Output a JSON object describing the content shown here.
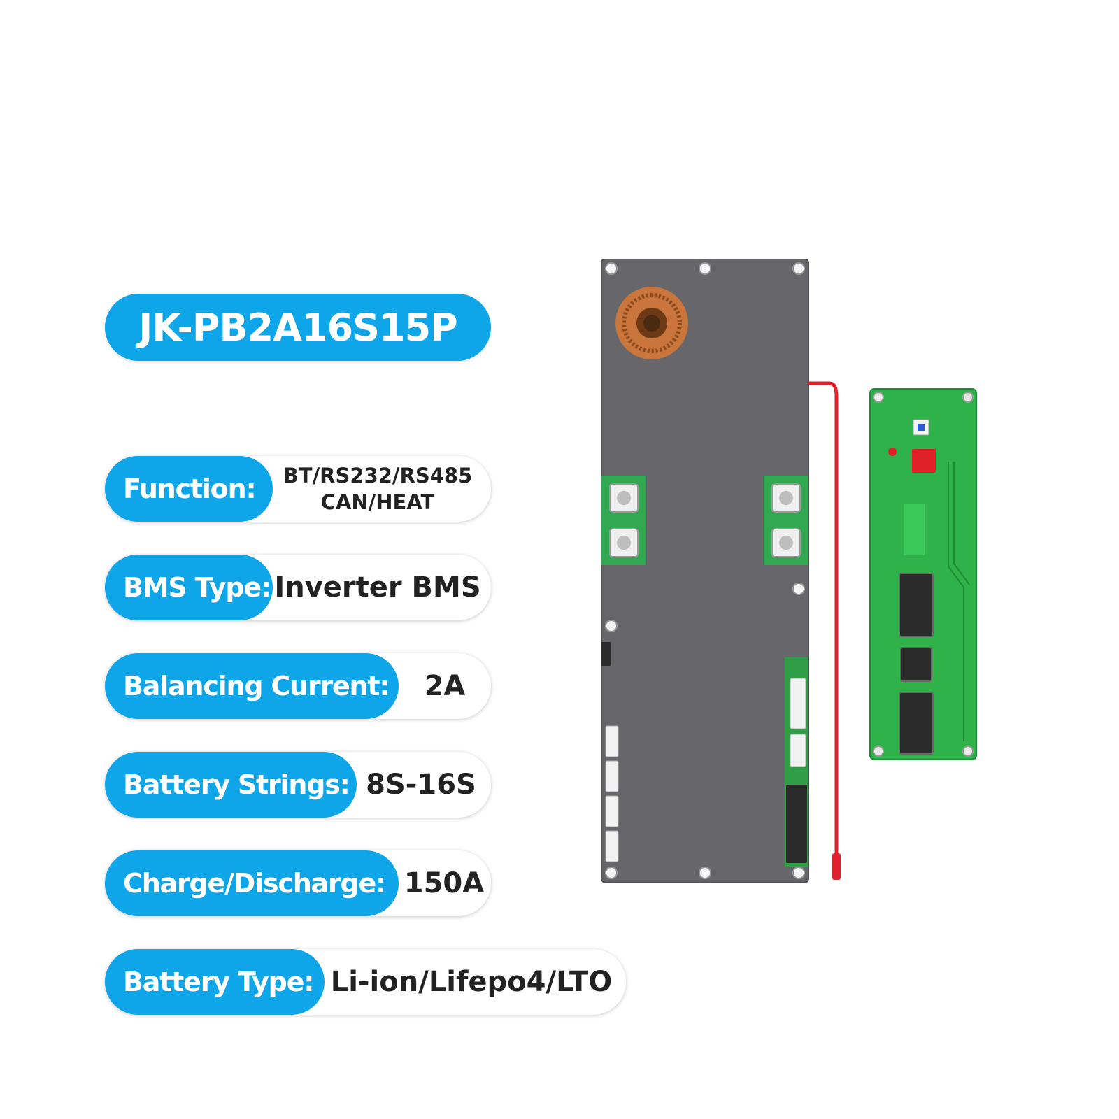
{
  "model": "JK-PB2A16S15P",
  "specs": [
    {
      "label": "Function:",
      "value": "BT/RS232/RS485\nCAN/HEAT"
    },
    {
      "label": "BMS Type:",
      "value": "Inverter BMS"
    },
    {
      "label": "Balancing Current:",
      "value": "2A"
    },
    {
      "label": "Battery Strings:",
      "value": "8S-16S"
    },
    {
      "label": "Charge/Discharge:",
      "value": "150A"
    },
    {
      "label": "Battery Type:",
      "value": "Li-ion/Lifepo4/LTO"
    }
  ],
  "colors": {
    "accent": "#0ea5e9",
    "board_gray": "#6b6b6f",
    "pcb_green": "#2fb24a",
    "wire_red": "#e0202a"
  },
  "images": {
    "main_board": "bms-main-board-icon",
    "display_board": "communication-board-icon"
  }
}
